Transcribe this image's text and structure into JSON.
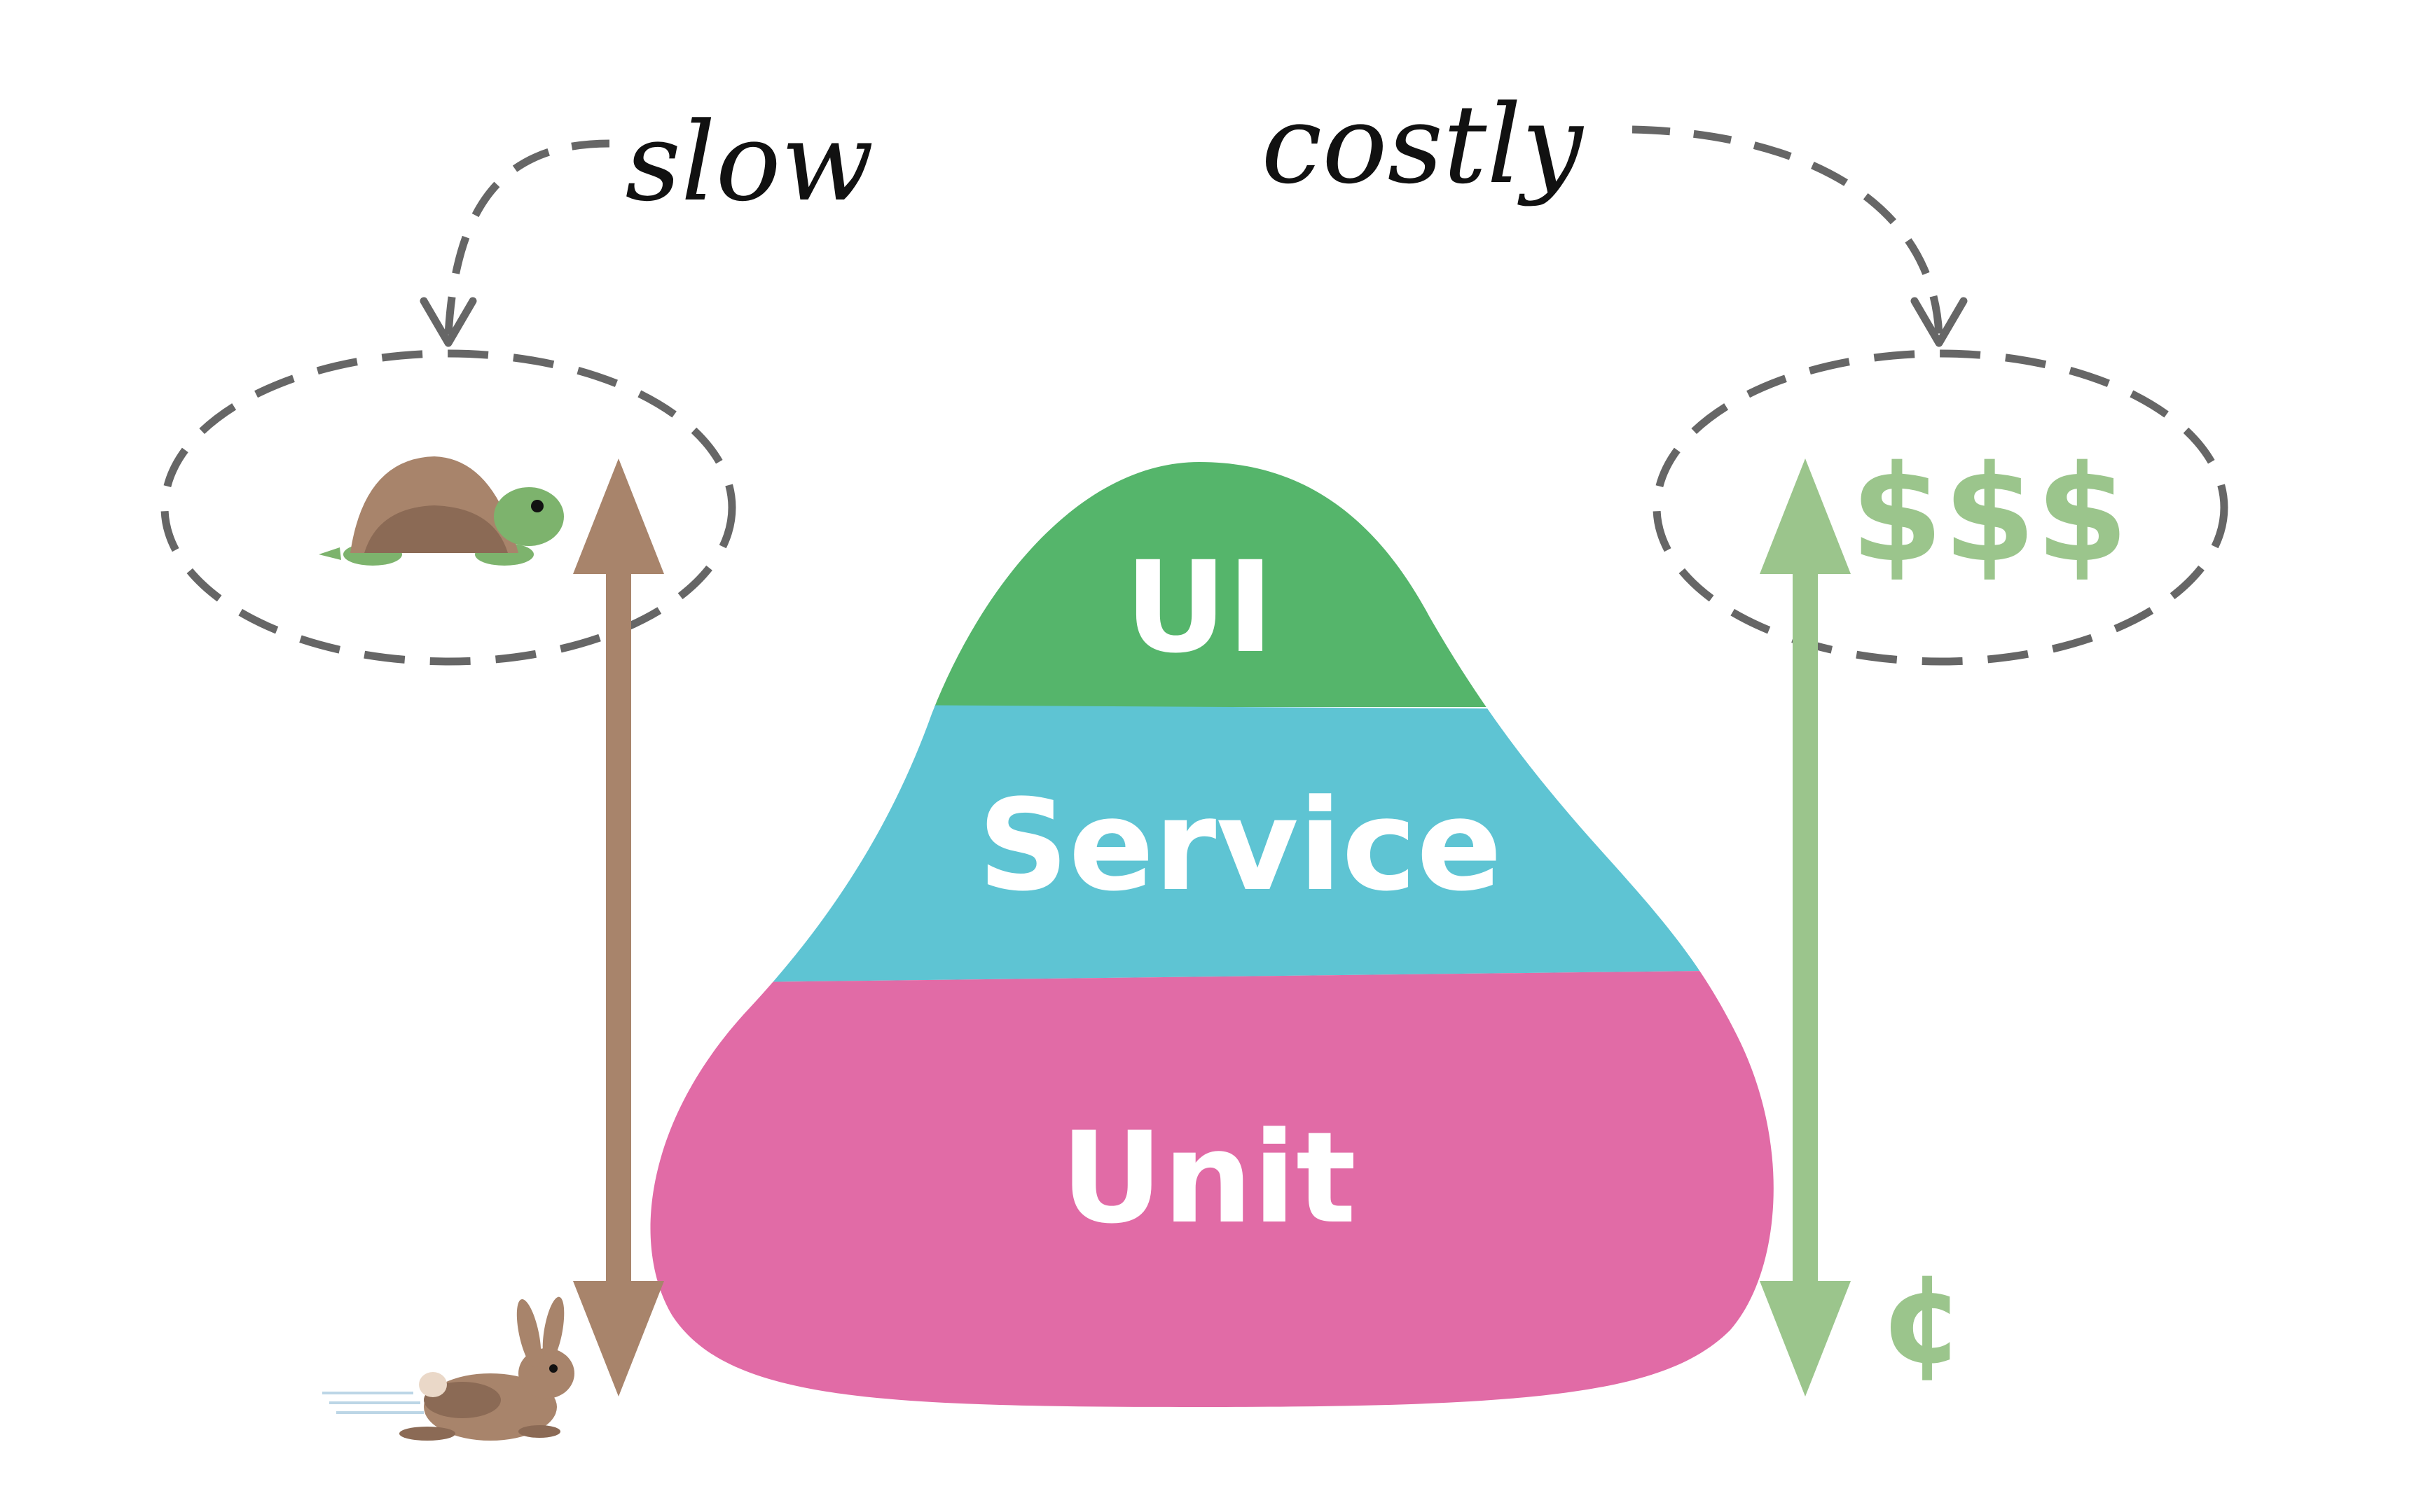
{
  "annotations": {
    "slow": "slow",
    "costly": "costly"
  },
  "pyramid": {
    "layers": [
      {
        "label": "UI",
        "color": "#55b56b"
      },
      {
        "label": "Service",
        "color": "#5ec4d3"
      },
      {
        "label": "Unit",
        "color": "#e16ba6"
      }
    ]
  },
  "cost_scale": {
    "high": "$$$",
    "low": "¢",
    "color": "#9bc58c"
  },
  "speed_scale": {
    "color": "#a8846b",
    "slow_icon": "turtle-icon",
    "fast_icon": "rabbit-icon"
  },
  "colors": {
    "dashed": "#666666"
  }
}
